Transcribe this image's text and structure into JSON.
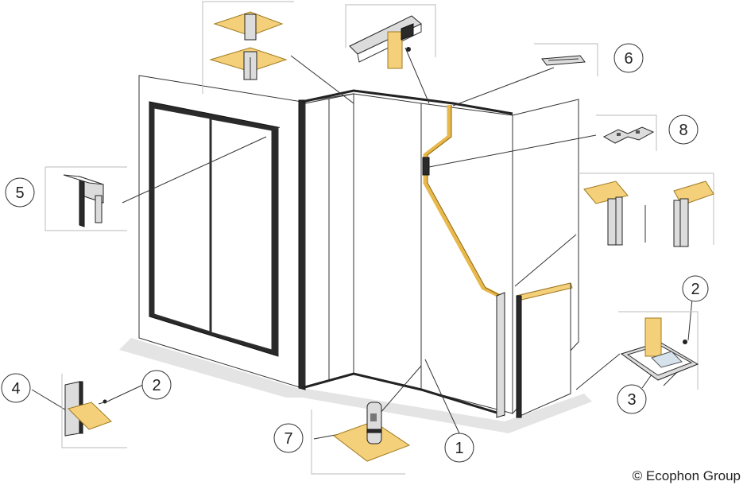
{
  "callouts": [
    {
      "id": "1",
      "label": "1"
    },
    {
      "id": "2a",
      "label": "2"
    },
    {
      "id": "2b",
      "label": "2"
    },
    {
      "id": "3",
      "label": "3"
    },
    {
      "id": "4",
      "label": "4"
    },
    {
      "id": "5",
      "label": "5"
    },
    {
      "id": "6",
      "label": "6"
    },
    {
      "id": "7",
      "label": "7"
    },
    {
      "id": "8",
      "label": "8"
    }
  ],
  "copyright": "© Ecophon Group",
  "colors": {
    "panel_edge": "#f5d07a",
    "outline": "#333333",
    "frame": "#2a2a2a",
    "floor_shadow": "#e4e4e4"
  }
}
